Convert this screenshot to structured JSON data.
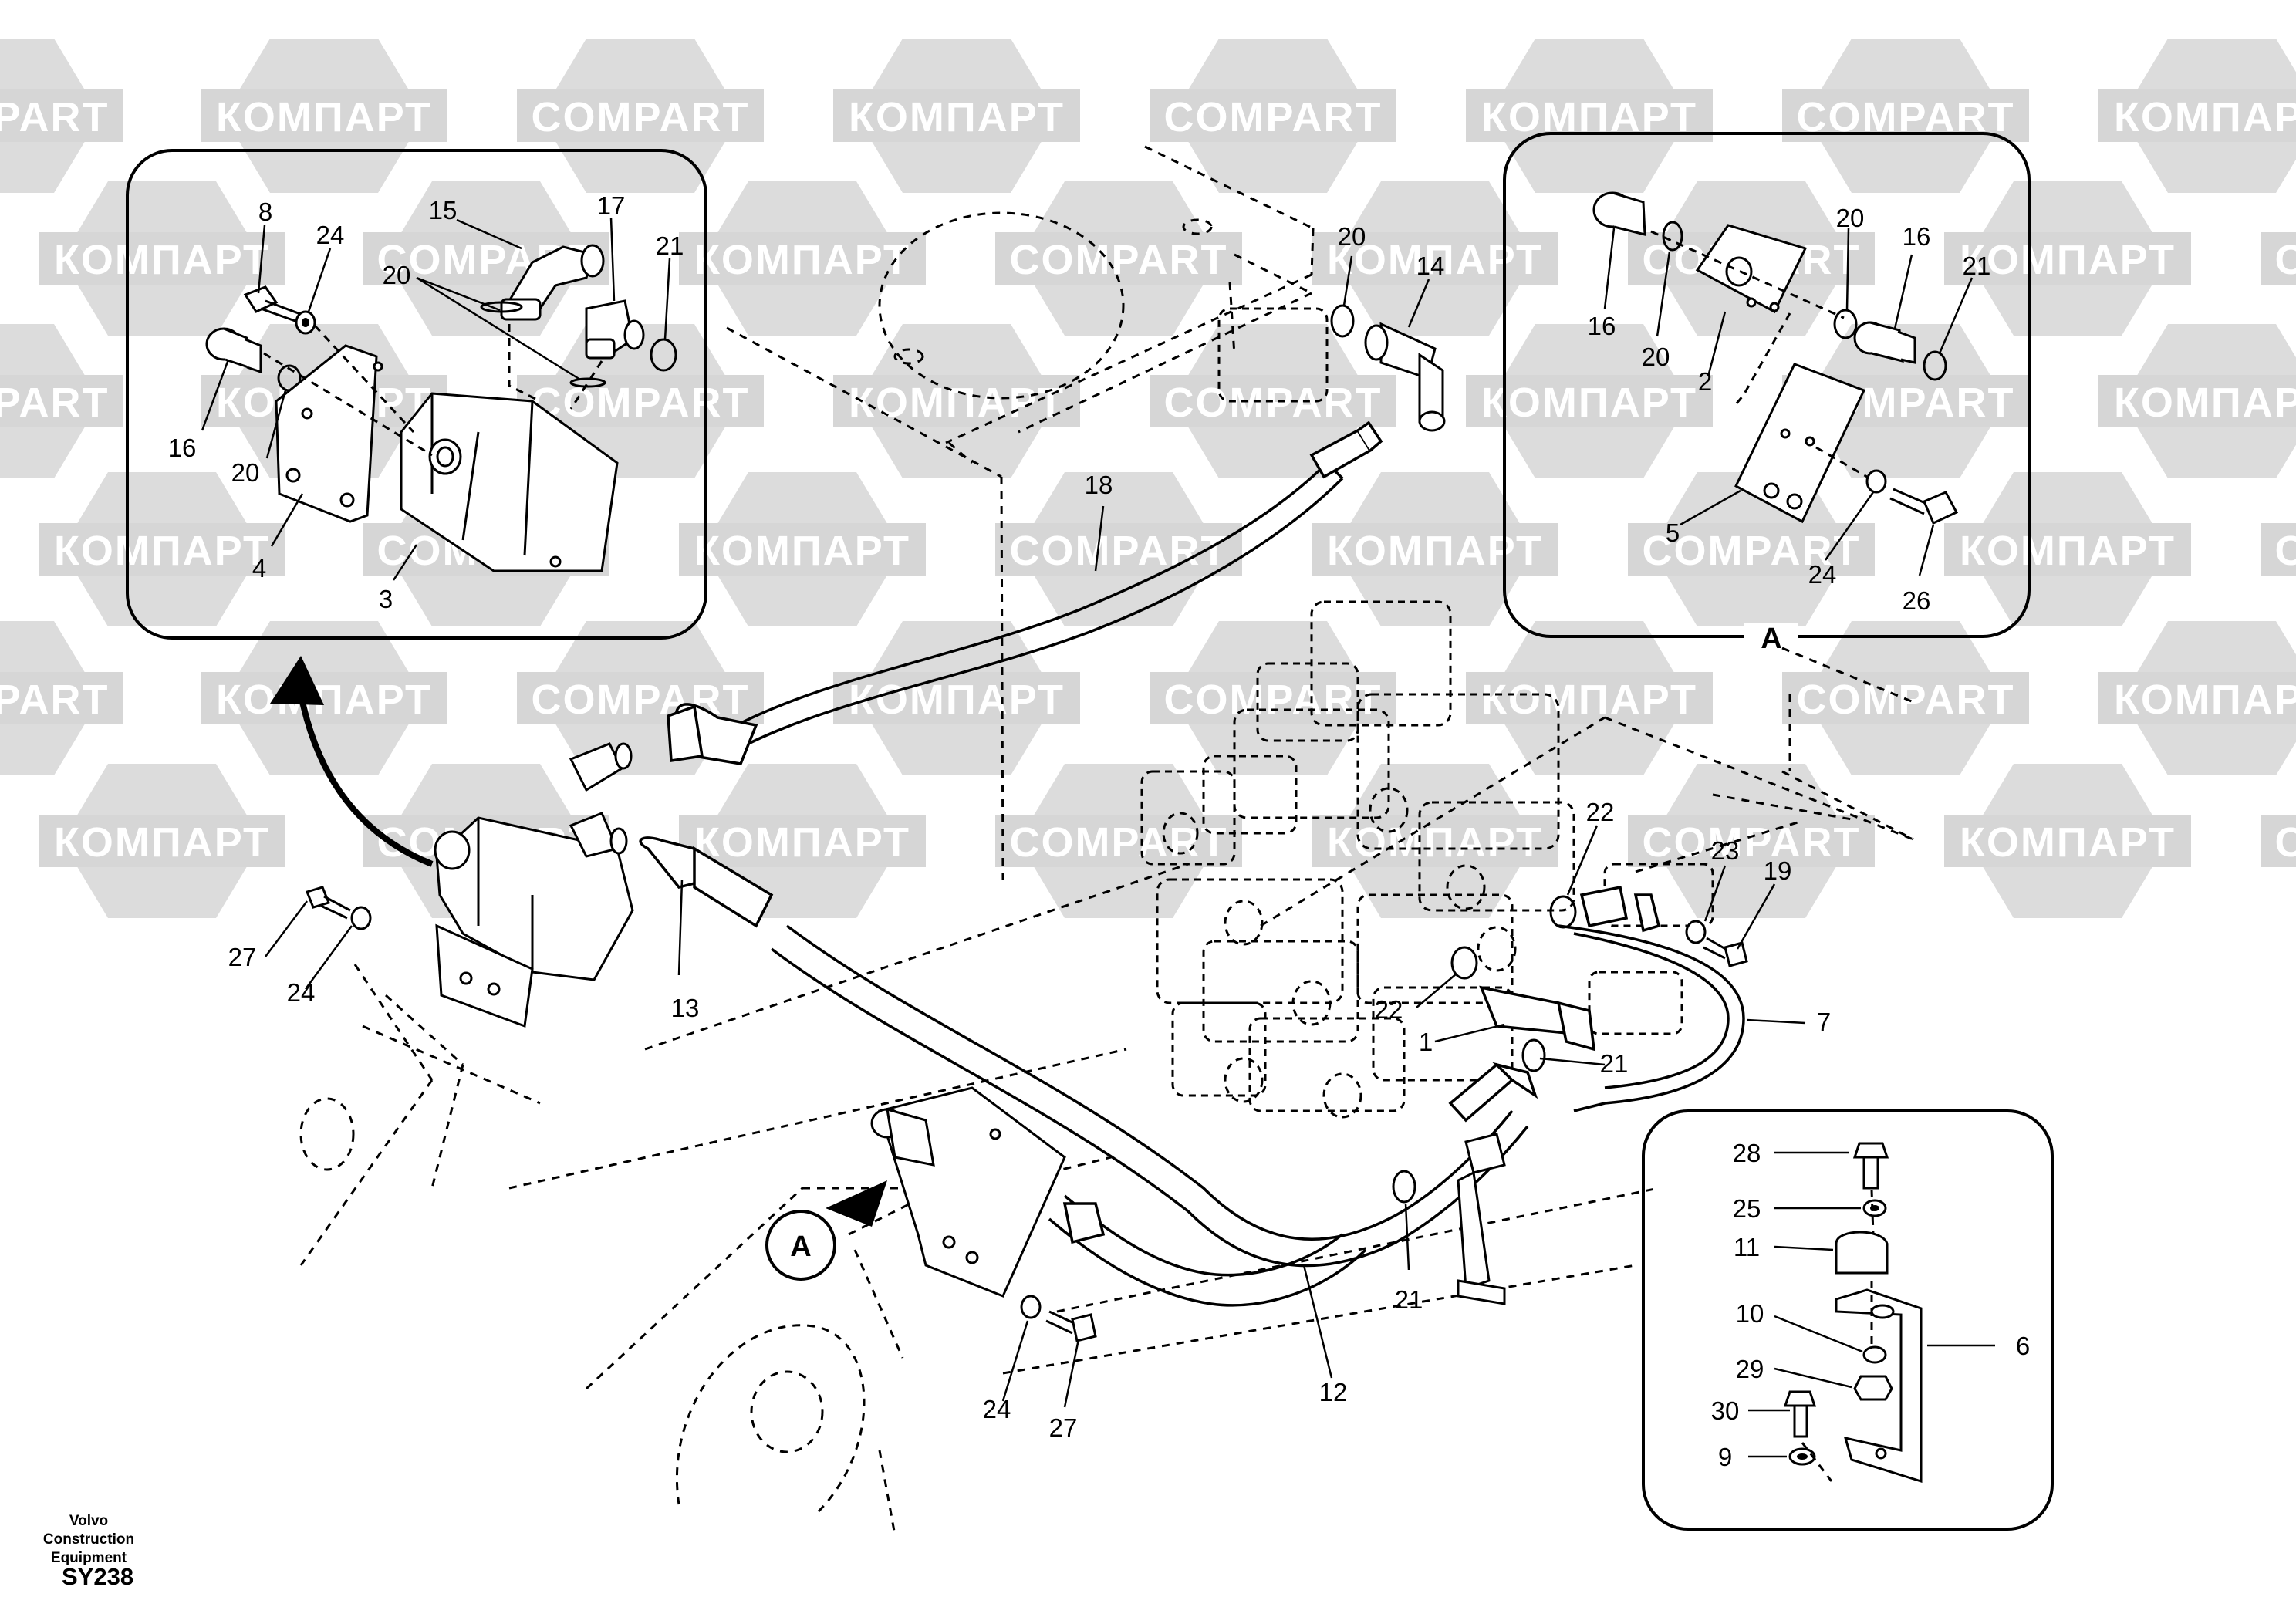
{
  "footer": {
    "manufacturer_line1": "Volvo Construction",
    "manufacturer_line2": "Equipment",
    "diagram_code": "SY238"
  },
  "watermark": {
    "latin": "COMPART",
    "cyrillic": "КОМПАРТ"
  },
  "view_labels": {
    "detail_a_title": "A",
    "view_a_marker": "A"
  },
  "callouts": {
    "left_inset": [
      "8",
      "24",
      "15",
      "17",
      "20",
      "21",
      "16",
      "20",
      "4",
      "3"
    ],
    "right_inset": [
      "20",
      "16",
      "20",
      "16",
      "21",
      "2",
      "5",
      "24",
      "26"
    ],
    "bracket_inset": [
      "28",
      "25",
      "11",
      "10",
      "29",
      "30",
      "9",
      "6"
    ],
    "main": [
      "20",
      "14",
      "18",
      "22",
      "23",
      "19",
      "13",
      "27",
      "24",
      "22",
      "1",
      "21",
      "7",
      "21",
      "12",
      "24",
      "27"
    ]
  },
  "colors": {
    "line": "#000000",
    "watermark": "#d6d6d6",
    "watermark_text": "#ffffff",
    "background": "#ffffff"
  }
}
